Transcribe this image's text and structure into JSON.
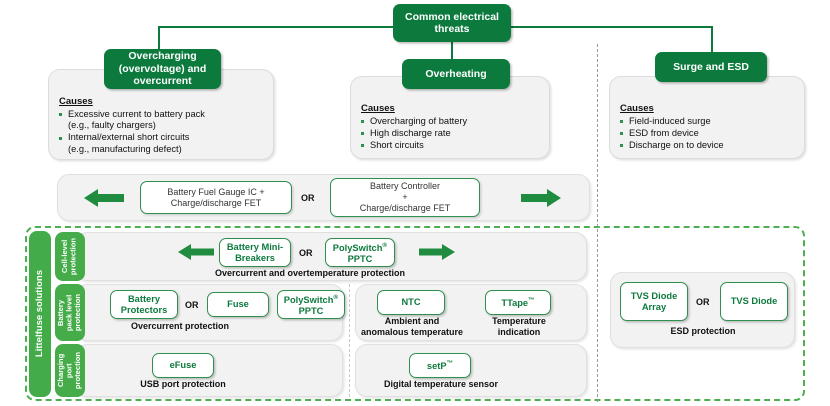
{
  "diagram": {
    "root": {
      "label": "Common electrical\nthreats"
    },
    "threats": [
      {
        "id": "overcharging",
        "title": "Overcharging\n(overvoltage) and\novercurrent",
        "causes_label": "Causes",
        "causes": [
          "Excessive current to battery pack\n(e.g., faulty chargers)",
          "Internal/external short circuits\n(e.g., manufacturing defect)"
        ]
      },
      {
        "id": "overheating",
        "title": "Overheating",
        "causes_label": "Causes",
        "causes": [
          "Overcharging of battery",
          "High discharge rate",
          "Short circuits"
        ]
      },
      {
        "id": "surge-esd",
        "title": "Surge and ESD",
        "causes_label": "Causes",
        "causes": [
          "Field-induced surge",
          "ESD from device",
          "Discharge on to device"
        ]
      }
    ],
    "control_row": {
      "left_box": "Battery Fuel Gauge IC +\nCharge/discharge FET",
      "or_label": "OR",
      "right_box": "Battery Controller\n+\nCharge/discharge FET"
    },
    "solutions_label": "Littelfuse solutions",
    "rows": [
      {
        "id": "cell-level",
        "tab": "Cell-level\nprotection",
        "groups": [
          {
            "id": "overcurrent-overtemp",
            "caption": "Overcurrent and overtemperature protection",
            "or_label": "OR",
            "items": [
              {
                "label": "Battery Mini-\nBreakers"
              },
              {
                "label": "PolySwitch®\nPPTC"
              }
            ]
          }
        ]
      },
      {
        "id": "battery-pack-level",
        "tab": "Battery\npack level\nprotection",
        "groups": [
          {
            "id": "overcurrent",
            "caption": "Overcurrent protection",
            "or_label": "OR",
            "items": [
              {
                "label": "Battery\nProtectors"
              },
              {
                "label": "Fuse"
              },
              {
                "label": "PolySwitch®\nPPTC"
              }
            ]
          },
          {
            "id": "temperature",
            "items": [
              {
                "label": "NTC",
                "caption": "Ambient and\nanomalous temperature"
              },
              {
                "label": "TTape™",
                "caption": "Temperature\nindication"
              }
            ]
          }
        ]
      },
      {
        "id": "charging-port",
        "tab": "Charging\nport\nprotection",
        "groups": [
          {
            "id": "usb",
            "caption": "USB port protection",
            "items": [
              {
                "label": "eFuse"
              }
            ]
          },
          {
            "id": "digital-temp",
            "caption": "Digital temperature sensor",
            "items": [
              {
                "label": "setP™"
              }
            ]
          }
        ]
      }
    ],
    "esd_group": {
      "caption": "ESD protection",
      "or_label": "OR",
      "items": [
        {
          "label": "TVS Diode\nArray"
        },
        {
          "label": "TVS Diode"
        }
      ]
    },
    "colors": {
      "dark_green": "#0d7a3d",
      "mid_green": "#2f8f4e",
      "bright_green": "#46ac4a",
      "dashed_green": "#4caf50",
      "panel_grey": "#f2f2f2"
    }
  }
}
